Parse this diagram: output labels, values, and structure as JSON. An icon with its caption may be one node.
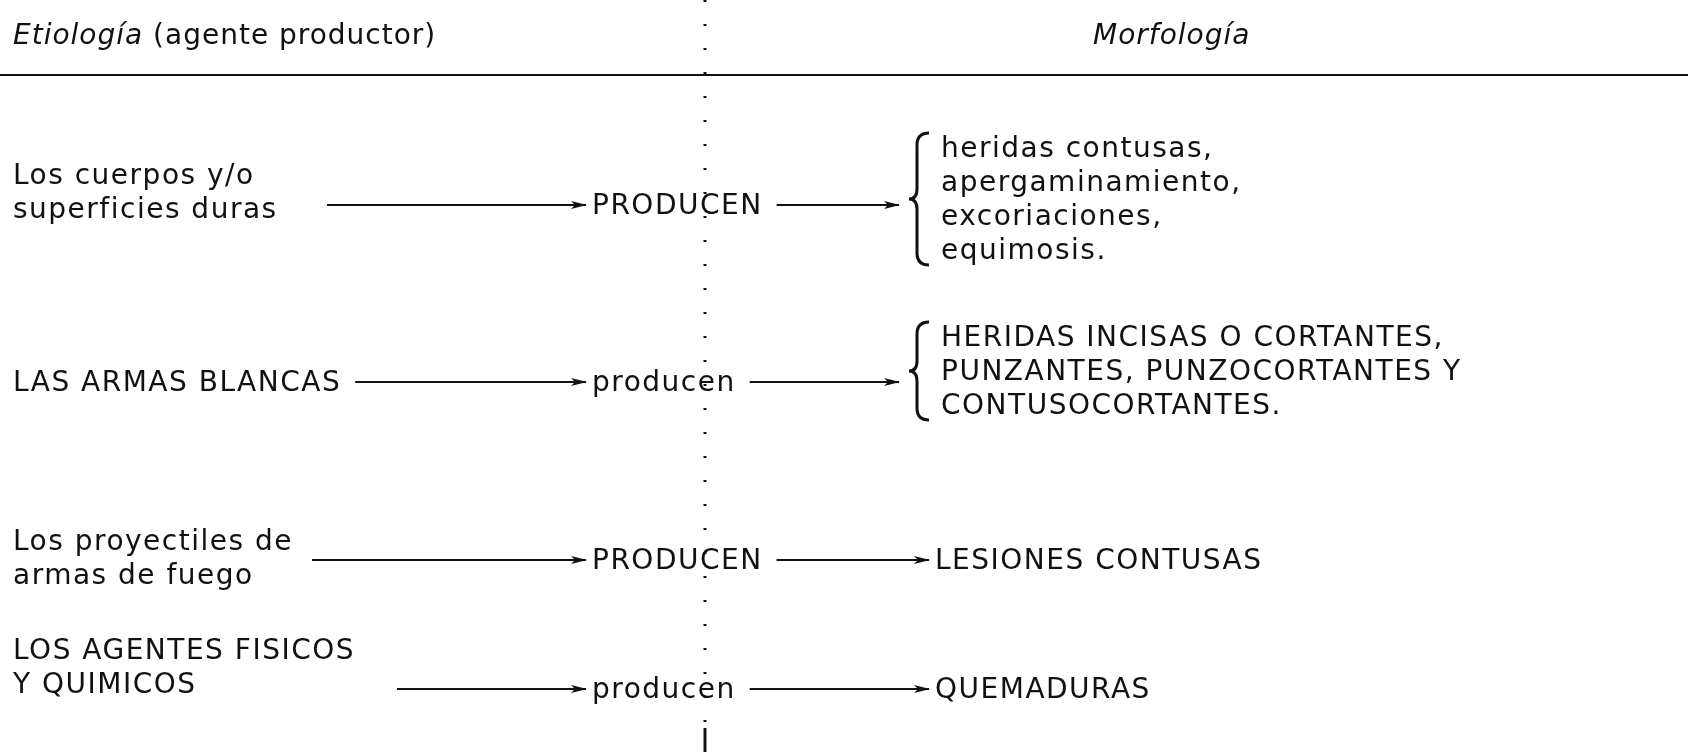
{
  "diagram": {
    "nodes": [
      {
        "text": [
          "Los cuerpos y/o superficies duras"
        ]
      },
      {
        "text": [
          "PRODUCEN"
        ]
      },
      {
        "text": [
          "heridas contusas, apergaminamiento, excoriaciones, equimosis."
        ]
      },
      {
        "text": [
          "LAS ARMAS BLANCAS"
        ]
      },
      {
        "text": [
          "producen"
        ]
      },
      {
        "text": [
          "HERIDAS INCISAS O CORTANTES, PUNZANTES, PUNZOCORTANTES Y CONTUSOCORTANTES."
        ]
      },
      {
        "text": [
          "Los proyectiles de armas de fuego"
        ]
      },
      {
        "text": [
          "PRODUCEN"
        ]
      },
      {
        "text": [
          "LESIONES CONTUSAS"
        ]
      },
      {
        "text": [
          "LOS AGENTES FISICOS Y QUIMICOS"
        ]
      },
      {
        "text": [
          "producen"
        ]
      },
      {
        "text": [
          "QUEMADURAS"
        ]
      }
    ],
    "edges": [
      {
        "from": 0,
        "to": 1,
        "arrow": "to"
      },
      {
        "from": 1,
        "to": 2,
        "arrow": "to"
      },
      {
        "from": 3,
        "to": 4,
        "arrow": "to"
      },
      {
        "from": 4,
        "to": 5,
        "arrow": "to"
      },
      {
        "from": 6,
        "to": 7,
        "arrow": "to"
      },
      {
        "from": 7,
        "to": 8,
        "arrow": "to"
      },
      {
        "from": 9,
        "to": 10,
        "arrow": "to"
      },
      {
        "from": 10,
        "to": 11,
        "arrow": "to"
      }
    ],
    "labels": [
      "*Etiología* (agente productor)",
      "Morfología"
    ]
  }
}
